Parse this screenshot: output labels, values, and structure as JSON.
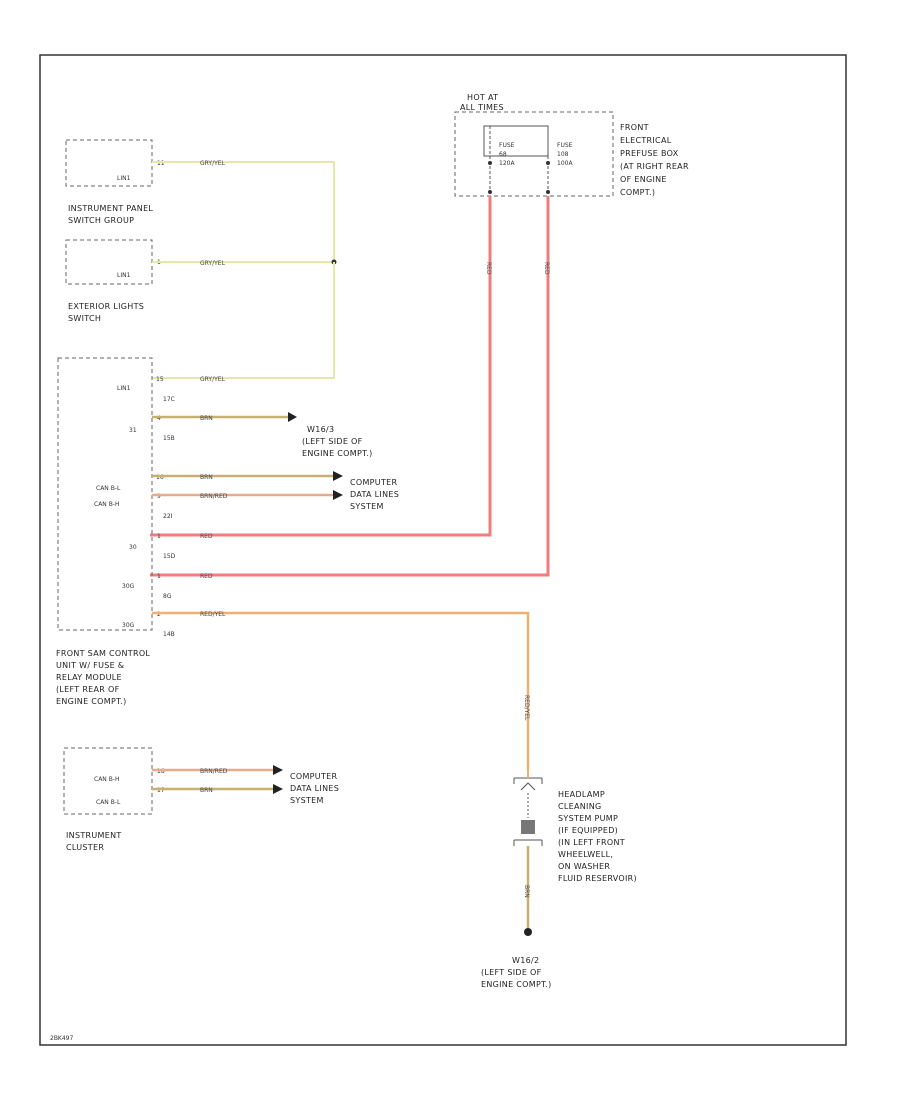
{
  "fuse_box": {
    "hot_at": [
      "HOT AT",
      "ALL TIMES"
    ],
    "fuse1": [
      "FUSE",
      "68",
      "120A"
    ],
    "fuse2": [
      "FUSE",
      "108",
      "100A"
    ],
    "label": [
      "FRONT",
      "ELECTRICAL",
      "PREFUSE BOX",
      "(AT RIGHT REAR",
      "OF ENGINE",
      "COMPT.)"
    ],
    "wire1_color": "RED",
    "wire2_color": "RED"
  },
  "panel_switch": {
    "box_text": "LIN1",
    "pin": "11",
    "wire": "GRY/YEL",
    "label": [
      "INSTRUMENT PANEL",
      "SWITCH GROUP"
    ]
  },
  "exterior_switch": {
    "box_text": "LIN1",
    "pin": "1",
    "wire": "GRY/YEL",
    "label": [
      "EXTERIOR LIGHTS",
      "SWITCH"
    ]
  },
  "front_sam": {
    "pins": [
      {
        "name": "LIN1",
        "pin": "15",
        "wire": "GRY/YEL",
        "note": "17C"
      },
      {
        "name": "31",
        "pin": "4",
        "wire": "BRN",
        "note": "15B"
      },
      {
        "name": "CAN B-L",
        "pin": "16",
        "wire": "BRN",
        "note": ""
      },
      {
        "name": "CAN B-H",
        "pin": "9",
        "wire": "BRN/RED",
        "note": "22I"
      },
      {
        "name": "30",
        "pin": "1",
        "wire": "RED",
        "note": "15D"
      },
      {
        "name": "30G",
        "pin": "1",
        "wire": "RED",
        "note": "8G"
      },
      {
        "name": "30G",
        "pin": "2",
        "wire": "RED/YEL",
        "note": "14B"
      }
    ],
    "label": [
      "FRONT SAM CONTROL",
      "UNIT W/ FUSE &",
      "RELAY MODULE",
      "(LEFT REAR OF",
      "ENGINE COMPT.)"
    ]
  },
  "ground_w16_3": {
    "label": [
      "W16/3",
      "(LEFT SIDE OF",
      "ENGINE COMPT.)"
    ]
  },
  "cdl_1": {
    "label": [
      "COMPUTER",
      "DATA LINES",
      "SYSTEM"
    ]
  },
  "cluster": {
    "pins": [
      {
        "name": "CAN B-H",
        "pin": "18",
        "wire": "BRN/RED"
      },
      {
        "name": "CAN B-L",
        "pin": "17",
        "wire": "BRN"
      }
    ],
    "label": [
      "INSTRUMENT",
      "CLUSTER"
    ]
  },
  "cdl_2": {
    "label": [
      "COMPUTER",
      "DATA LINES",
      "SYSTEM"
    ]
  },
  "pump": {
    "wire_top": "RED/YEL",
    "wire_bottom": "BRN",
    "label": [
      "HEADLAMP",
      "CLEANING",
      "SYSTEM PUMP",
      "(IF EQUIPPED)",
      "(IN LEFT FRONT",
      "WHEELWELL,",
      "ON WASHER",
      "FLUID RESERVOIR)"
    ]
  },
  "ground_w16_2": {
    "label": [
      "W16/2",
      "(LEFT SIDE OF",
      "ENGINE COMPT.)"
    ]
  },
  "footer_code": "2BK497",
  "colors": {
    "gry_yel": "#e4e9a8",
    "brn": "#c8b070",
    "brn_red": "#e7aa8a",
    "red": "#f27c7c",
    "red_yel": "#f2b070",
    "frame": "#333333"
  }
}
